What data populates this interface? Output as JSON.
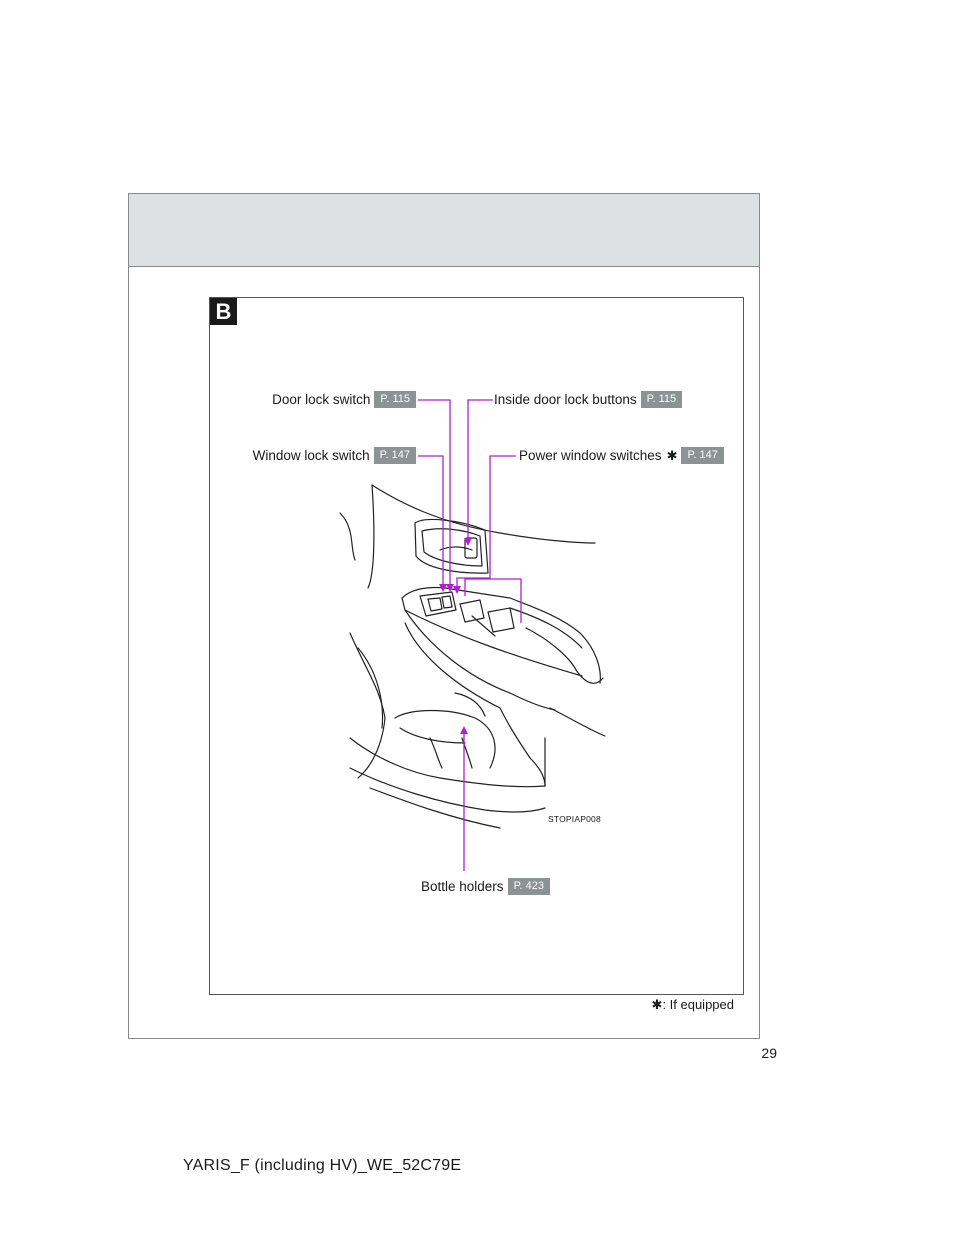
{
  "section": {
    "badge": "B"
  },
  "callouts": [
    {
      "text": "Door lock switch",
      "starred": false,
      "ref": "P. 115"
    },
    {
      "text": "Inside door lock buttons",
      "starred": false,
      "ref": "P. 115"
    },
    {
      "text": "Window lock switch",
      "starred": true,
      "ref": "P. 147"
    },
    {
      "text": "Power window switches",
      "starred": true,
      "ref": "P. 147"
    },
    {
      "text": "Bottle holders",
      "starred": false,
      "ref": "P. 423"
    }
  ],
  "figure_code": "STOPIAP008",
  "footnote": {
    "mark": "✱",
    "text": ": If equipped"
  },
  "page_number": "29",
  "document_id": "YARIS_F (including HV)_WE_52C79E",
  "colors": {
    "header_band": "#dde1e1",
    "page_ref_bg": "#8c9393",
    "leader_line": "#b020d0"
  }
}
